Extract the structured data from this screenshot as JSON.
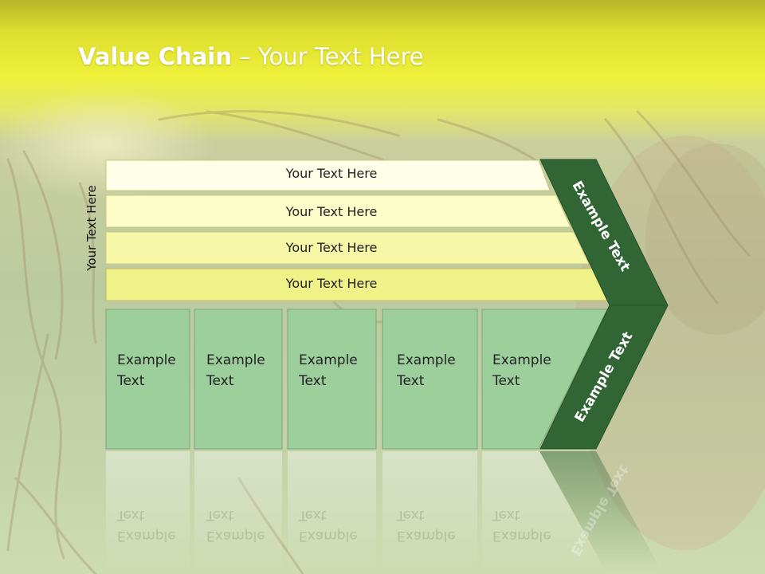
{
  "slide": {
    "title_bold": "Value Chain",
    "title_rest": " – Your Text Here",
    "side_label": "Your Text Here"
  },
  "rows": [
    {
      "label": "Your Text Here"
    },
    {
      "label": "Your Text Here"
    },
    {
      "label": "Your Text Here"
    },
    {
      "label": "Your Text Here"
    }
  ],
  "columns": [
    {
      "line1": "Example",
      "line2": "Text"
    },
    {
      "line1": "Example",
      "line2": "Text"
    },
    {
      "line1": "Example",
      "line2": "Text"
    },
    {
      "line1": "Example",
      "line2": "Text"
    },
    {
      "line1": "Example",
      "line2": "Text"
    }
  ],
  "chevron": {
    "upper": "Example Text",
    "lower": "Example Text"
  },
  "colors": {
    "row_fills": [
      "#fffee8",
      "#fdfdc9",
      "#f7f7a8",
      "#eef287"
    ],
    "column_fill": "#9dcf9d",
    "chevron_fill": "#316534",
    "title_text": "#ffffff"
  }
}
